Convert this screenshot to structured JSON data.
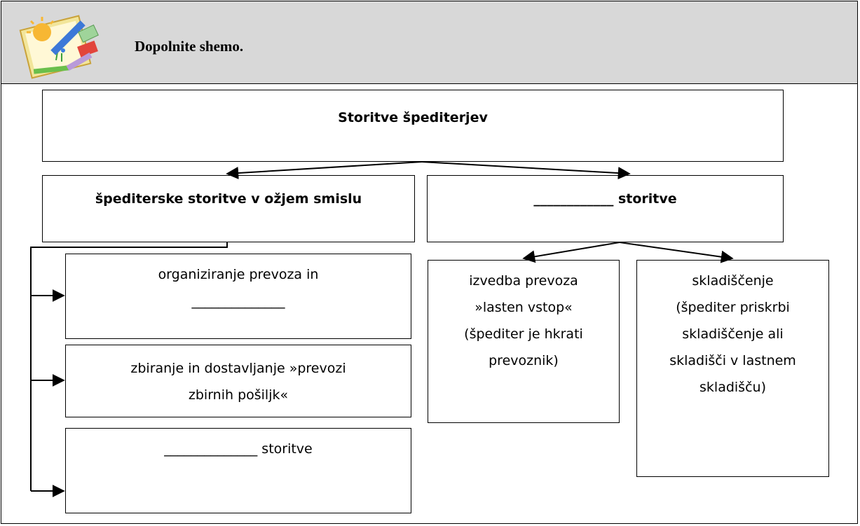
{
  "header": {
    "title": "Dopolnite shemo.",
    "icon": "drawing-pencils-icon"
  },
  "diagram": {
    "root": "Storitve špediterjev",
    "left_main": "špediterske storitve v ožjem smislu",
    "right_main": "____________ storitve",
    "left_items": [
      [
        "organiziranje prevoza in",
        "______________"
      ],
      [
        "zbiranje in dostavljanje »prevozi",
        "zbirnih pošiljk«"
      ],
      [
        "______________ storitve"
      ]
    ],
    "right_items": [
      [
        "izvedba prevoza",
        "»lasten vstop«",
        "(špediter je hkrati",
        "prevoznik)"
      ],
      [
        "skladiščenje",
        "(špediter priskrbi",
        "skladiščenje ali",
        "skladišči v lastnem",
        "skladišču)"
      ]
    ]
  }
}
